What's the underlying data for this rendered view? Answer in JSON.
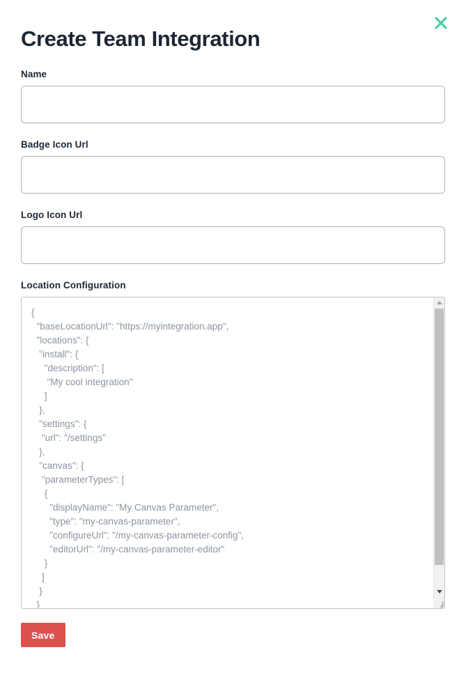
{
  "modal": {
    "title": "Create Team Integration",
    "close_icon": "close-icon"
  },
  "fields": [
    {
      "label": "Name",
      "value": "",
      "placeholder": ""
    },
    {
      "label": "Badge Icon Url",
      "value": "",
      "placeholder": ""
    },
    {
      "label": "Logo Icon Url",
      "value": "",
      "placeholder": ""
    }
  ],
  "location_configuration": {
    "label": "Location Configuration",
    "value": "{\n  \"baseLocationUrl\": \"https://myintegration.app\",\n  \"locations\": {\n   \"install\": {\n     \"description\": [\n      \"My cool integration\"\n     ]\n   },\n   \"settings\": {\n    \"url\": \"/settings\"\n   },\n   \"canvas\": {\n    \"parameterTypes\": [\n     {\n       \"displayName\": \"My Canvas Parameter\",\n       \"type\": \"my-canvas-parameter\",\n       \"configureUrl\": \"/my-canvas-parameter-config\",\n       \"editorUrl\": \"/my-canvas-parameter-editor\"\n     }\n    ]\n   }\n  }\n}",
    "scrollbar": {
      "up_arrow_icon": "chevron-up-icon",
      "down_arrow_icon": "chevron-down-icon",
      "resize_icon": "resize-grip-icon"
    }
  },
  "actions": {
    "save_label": "Save"
  },
  "colors": {
    "close_icon": "#4ecca3",
    "save_button": "#dc5050",
    "title_text": "#1d2733",
    "input_border": "#aab2bd",
    "code_text": "#8a94a0"
  }
}
